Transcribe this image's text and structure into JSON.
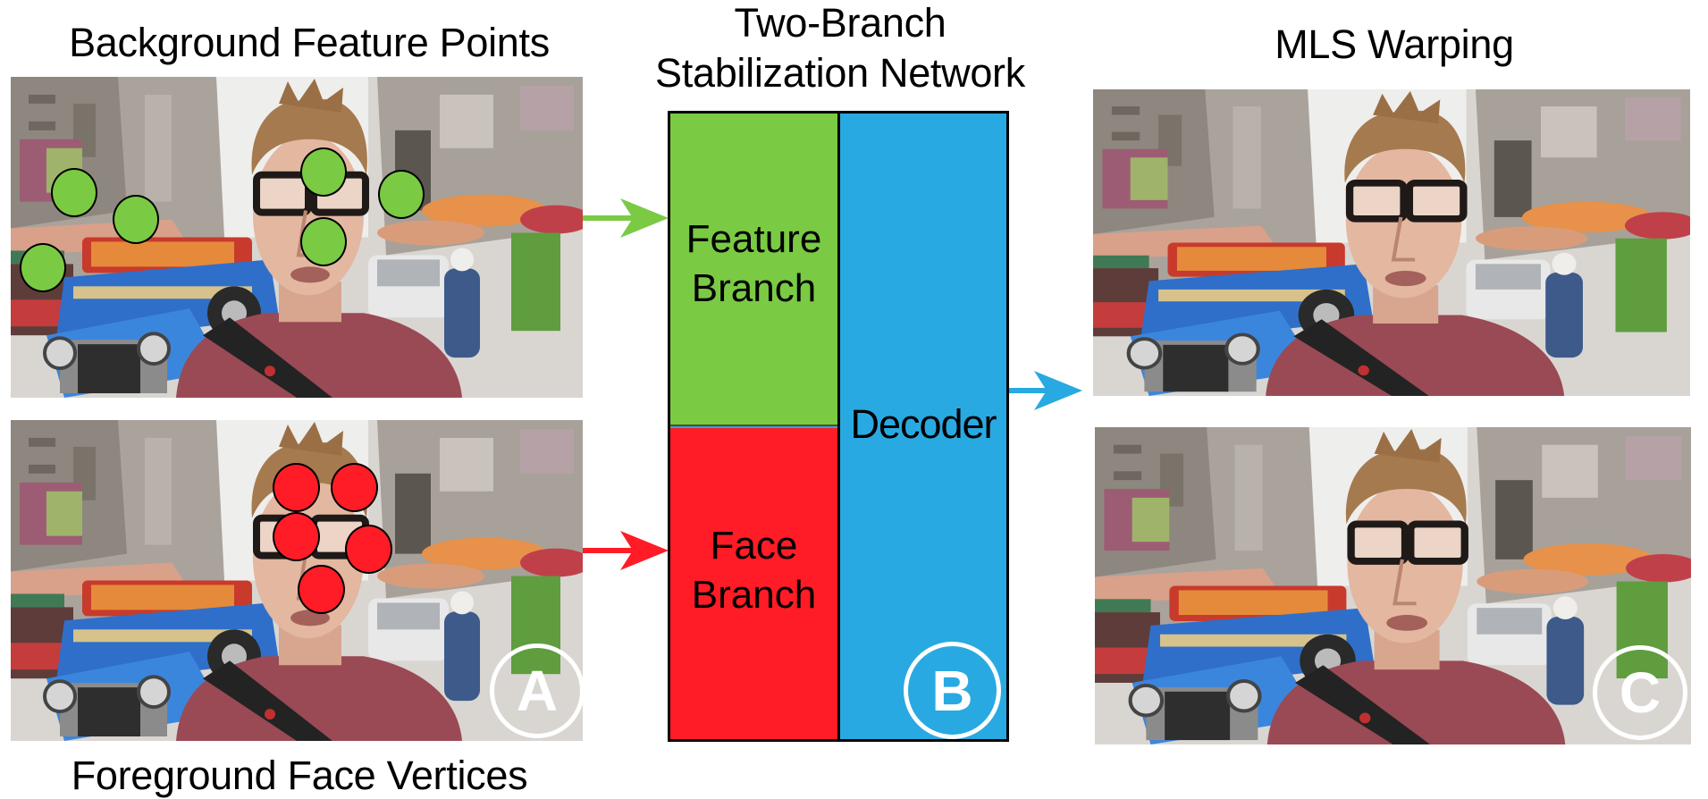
{
  "figure": {
    "panels": {
      "input": {
        "top_caption": "Background Feature Points",
        "bottom_caption": "Foreground Face Vertices",
        "badge": "A",
        "feature_point_count": 6,
        "face_vertex_count": 5
      },
      "network": {
        "title_line1": "Two-Branch",
        "title_line2": "Stabilization Network",
        "feature_branch": {
          "line1": "Feature",
          "line2": "Branch"
        },
        "face_branch": {
          "line1": "Face",
          "line2": "Branch"
        },
        "decoder": "Decoder",
        "badge": "B"
      },
      "output": {
        "caption": "MLS Warping",
        "badge": "C"
      }
    },
    "colors": {
      "feature": "#7ACA44",
      "face": "#FF1C26",
      "decoder": "#29A9E1",
      "outline": "#000000",
      "badge": "#FFFFFF"
    },
    "icons": {
      "feature_point": "green-circle-marker",
      "face_vertex": "red-circle-marker",
      "flow_arrow": "right-arrow"
    }
  }
}
